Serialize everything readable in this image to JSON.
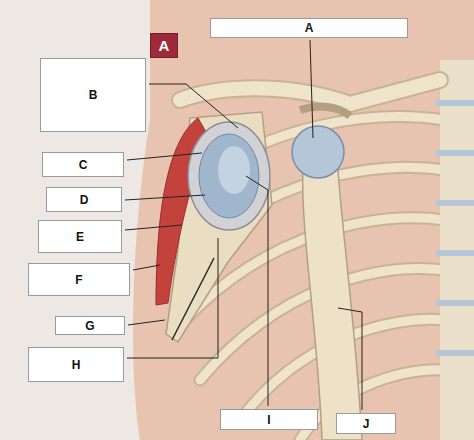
{
  "diagram": {
    "nodes": [
      {
        "text": [
          "A"
        ]
      },
      {
        "text": [
          "A"
        ]
      },
      {
        "text": [
          "B"
        ]
      },
      {
        "text": [
          "C"
        ]
      },
      {
        "text": [
          "D"
        ]
      },
      {
        "text": [
          "E"
        ]
      },
      {
        "text": [
          "F"
        ]
      },
      {
        "text": [
          "G"
        ]
      },
      {
        "text": [
          "H"
        ]
      },
      {
        "text": [
          "I"
        ]
      },
      {
        "text": [
          "J"
        ]
      }
    ]
  }
}
